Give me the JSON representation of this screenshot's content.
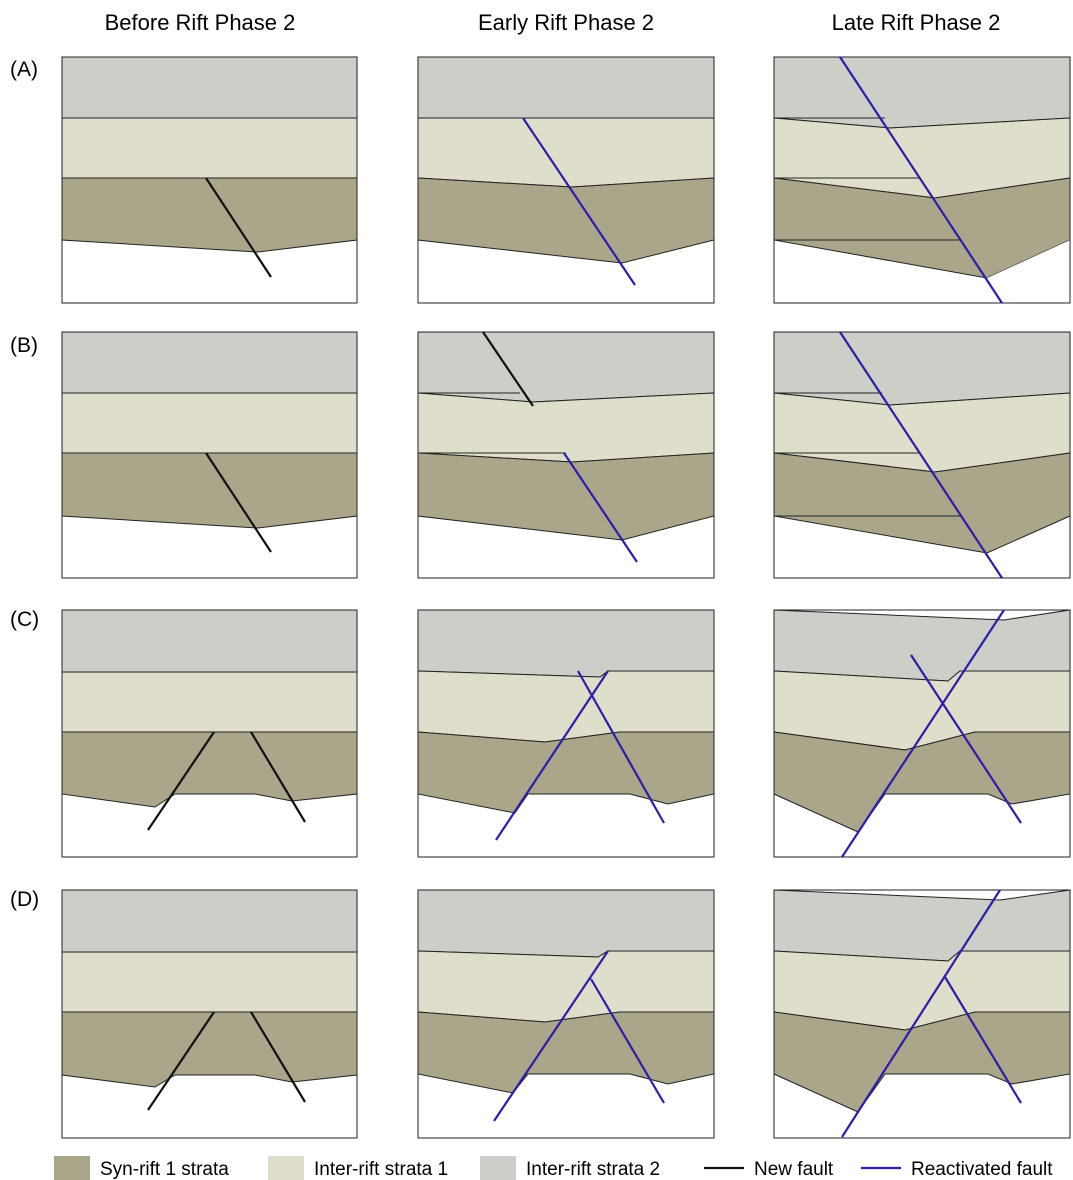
{
  "columns": [
    "Before Rift Phase 2",
    "Early Rift Phase 2",
    "Late Rift Phase 2"
  ],
  "rows": [
    "(A)",
    "(B)",
    "(C)",
    "(D)"
  ],
  "colors": {
    "syn_rift_1": "#ABA58A",
    "inter_rift_1": "#DEDECA",
    "inter_rift_2": "#CBCFC8",
    "basement": "#FFFFFF",
    "new_fault": "#111111",
    "reactivated_fault": "#2B1FA8"
  },
  "legend": [
    {
      "label": "Syn-rift 1 strata",
      "type": "swatch",
      "color_key": "syn_rift_1"
    },
    {
      "label": "Inter-rift strata 1",
      "type": "swatch",
      "color_key": "inter_rift_1"
    },
    {
      "label": "Inter-rift strata 2",
      "type": "swatch",
      "color_key": "inter_rift_2"
    },
    {
      "label": "New fault",
      "type": "line",
      "color_key": "new_fault"
    },
    {
      "label": "Reactivated fault",
      "type": "line",
      "color_key": "reactivated_fault"
    }
  ]
}
